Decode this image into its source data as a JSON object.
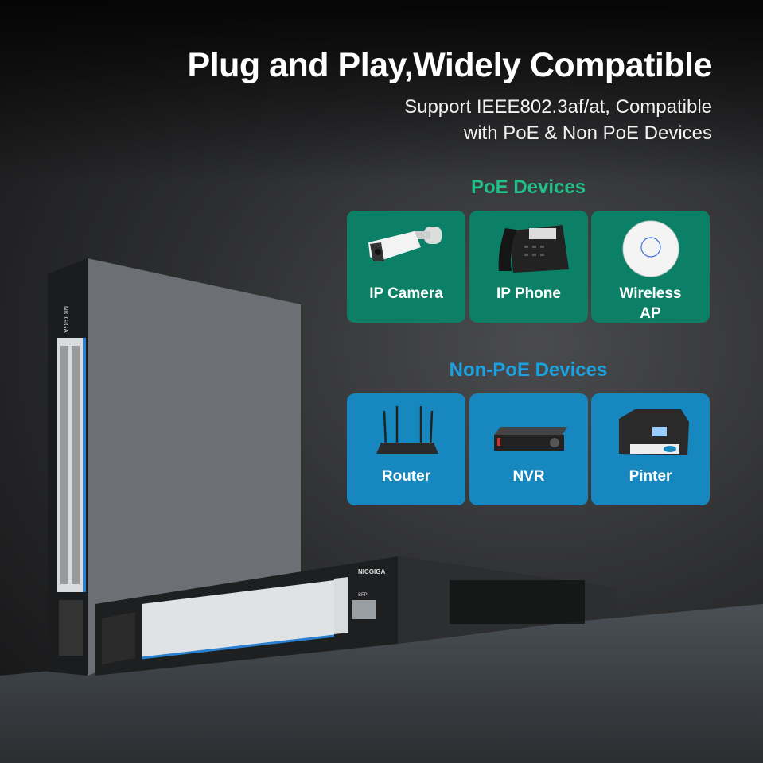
{
  "header": {
    "title": "Plug and Play,Widely Compatible",
    "subtitle_line1": "Support IEEE802.3af/at, Compatible",
    "subtitle_line2": "with PoE & Non PoE Devices"
  },
  "poe_section": {
    "heading": "PoE Devices",
    "color": "#1fc08a",
    "card_color": "#0b8067",
    "devices": [
      {
        "label": "IP Camera",
        "icon": "ip-camera-icon"
      },
      {
        "label": "IP Phone",
        "icon": "ip-phone-icon"
      },
      {
        "label_line1": "Wireless",
        "label_line2": "AP",
        "icon": "wireless-ap-icon"
      }
    ]
  },
  "non_poe_section": {
    "heading": "Non-PoE Devices",
    "color": "#1aa2e3",
    "card_color": "#1787c0",
    "devices": [
      {
        "label": "Router",
        "icon": "router-icon"
      },
      {
        "label": "NVR",
        "icon": "nvr-icon"
      },
      {
        "label": "Pinter",
        "icon": "printer-icon"
      }
    ]
  },
  "product": {
    "brand": "NICGIGA",
    "sfp_label": "SFP"
  }
}
